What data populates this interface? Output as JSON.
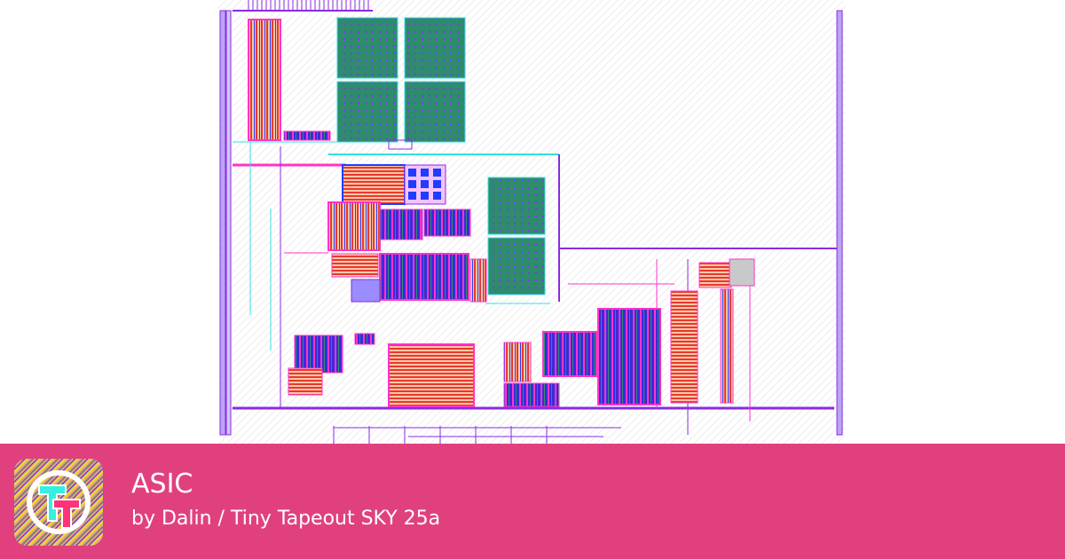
{
  "project": {
    "title": "ASIC",
    "subtitle": "by Dalin / Tiny Tapeout SKY 25a"
  },
  "logo": {
    "name": "tiny-tapeout-logo"
  },
  "colors": {
    "banner": "#E0417E",
    "metal_purple": "#8A2BE2",
    "metal_magenta": "#FF33CC",
    "cyan": "#33E0E0",
    "green_fill": "#2E8B6E",
    "red_poly": "#E8392E",
    "blue_via": "#1F3DFF",
    "hatch": "#D8D8D8"
  }
}
